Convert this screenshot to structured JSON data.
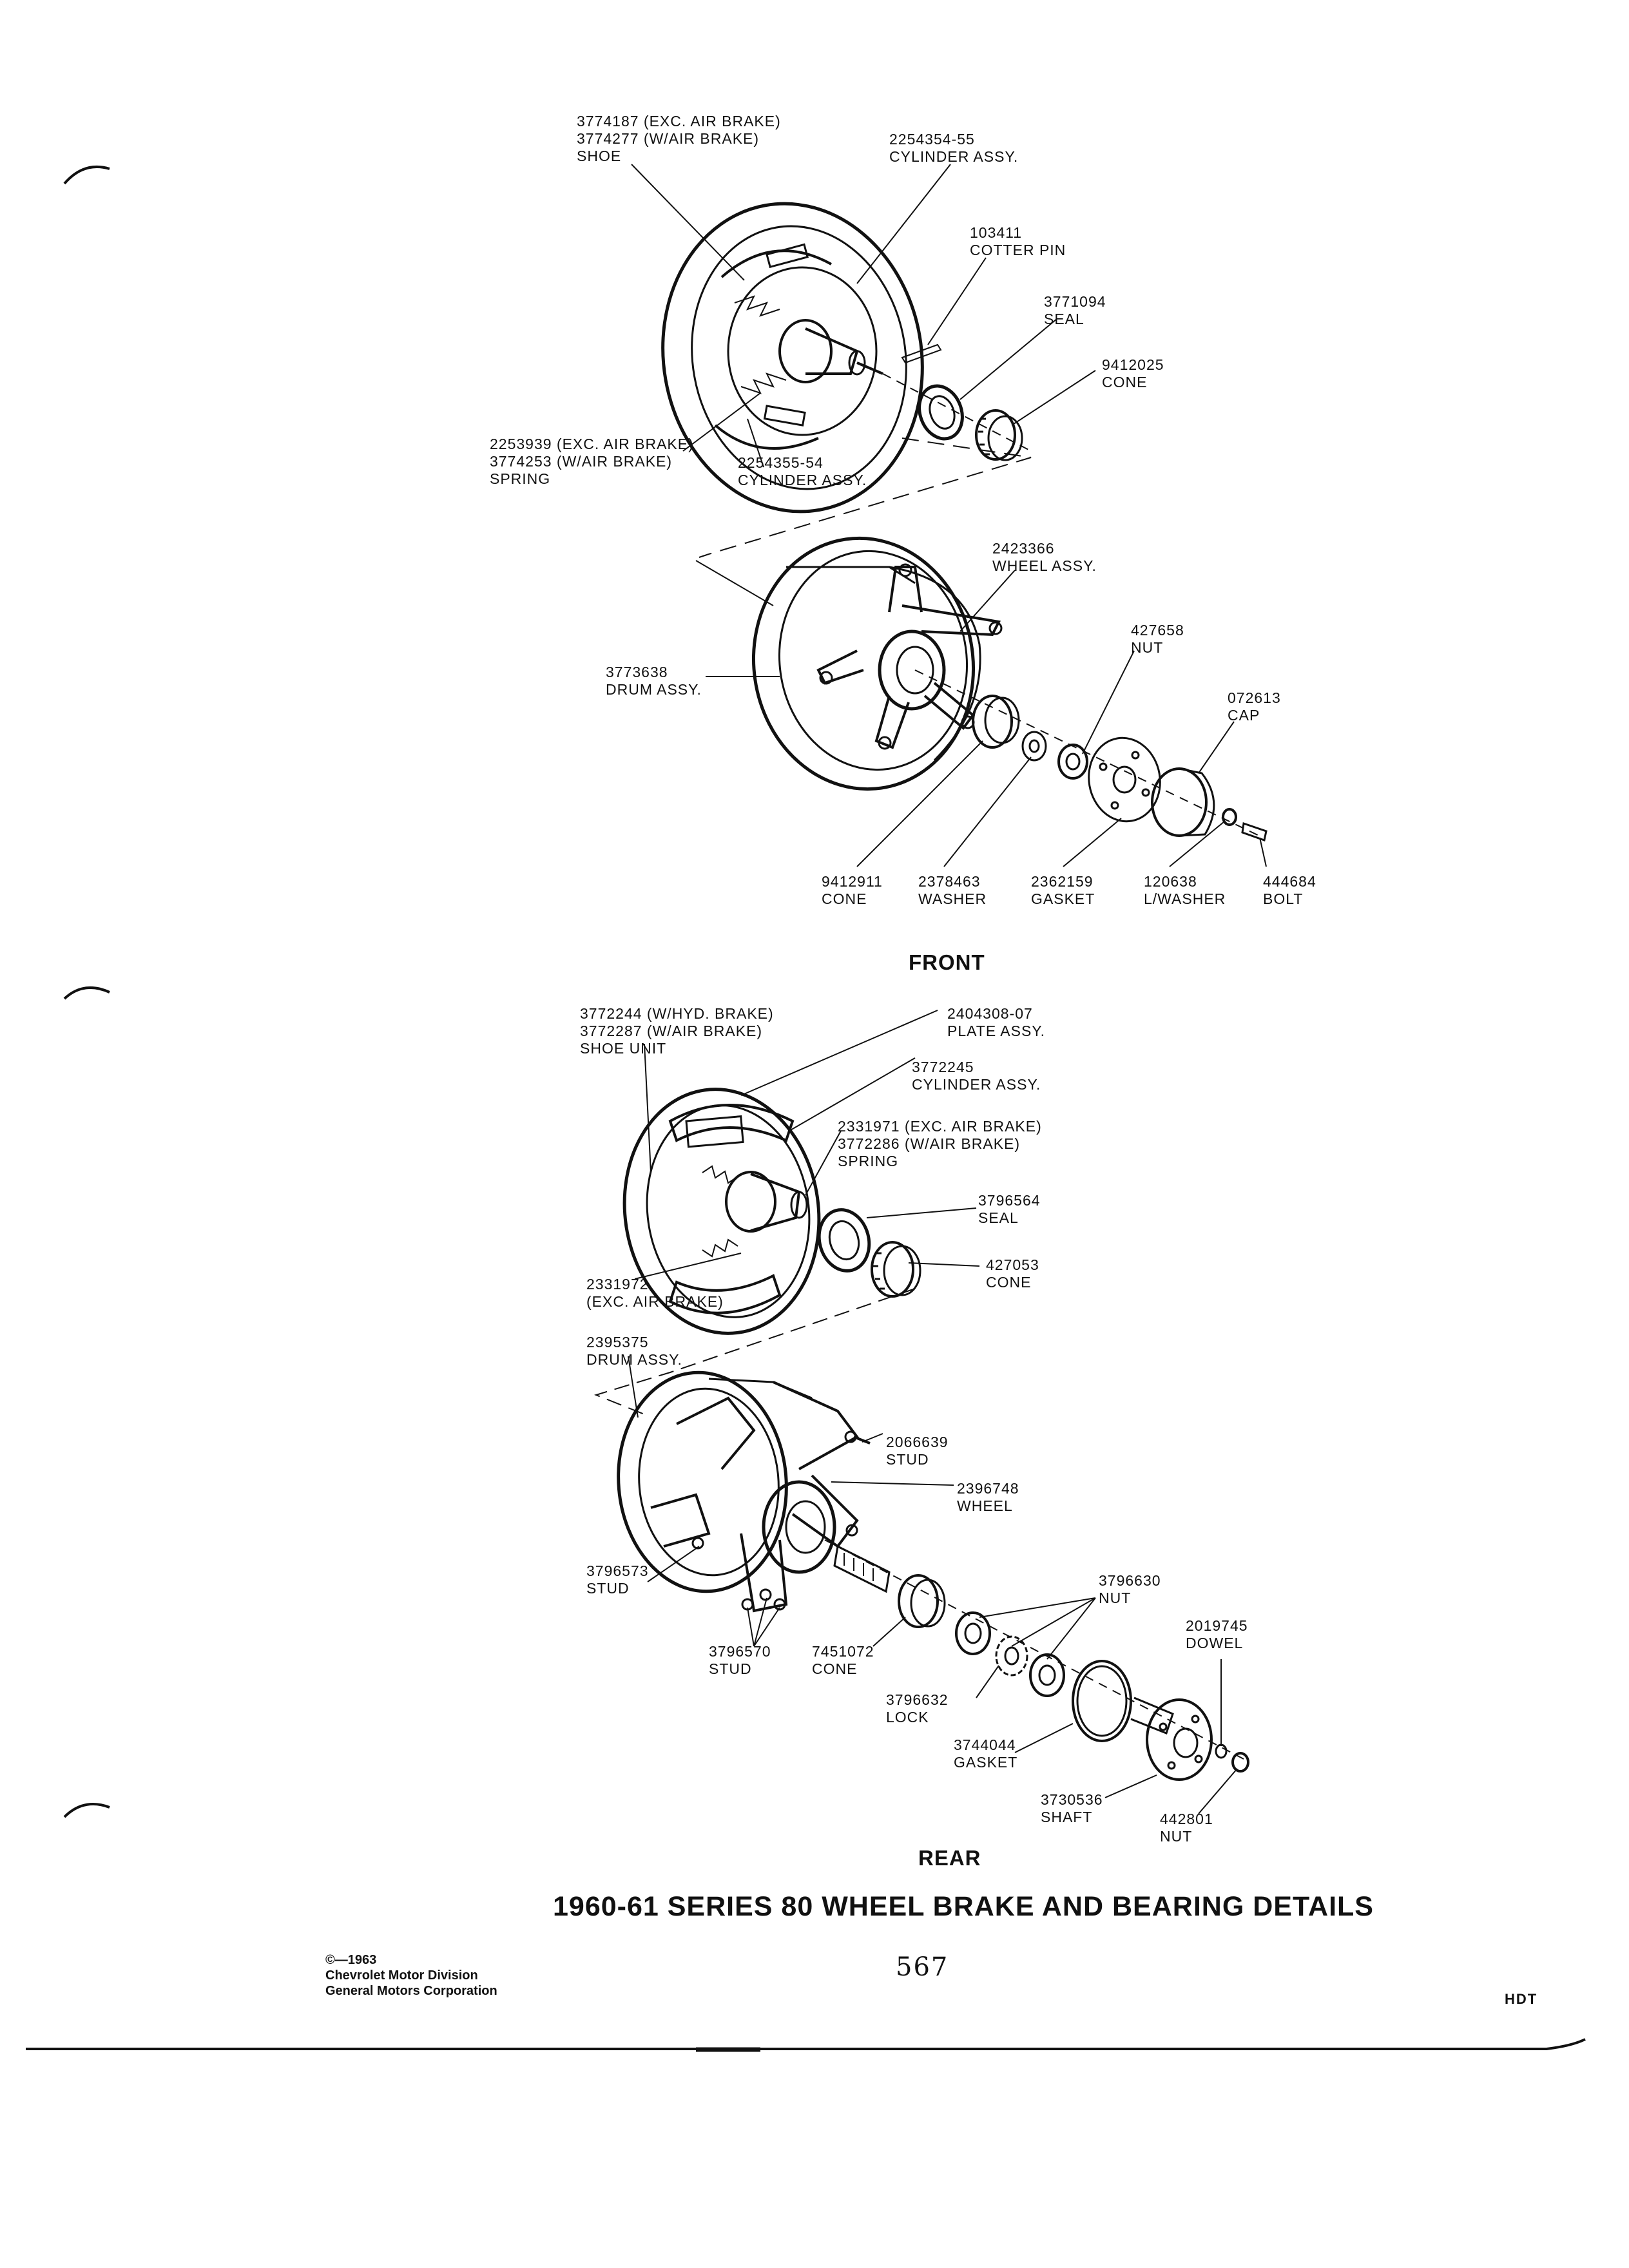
{
  "front": {
    "section_label": "FRONT",
    "callouts": [
      {
        "id": "shoe",
        "lines": [
          "3774187 (EXC. AIR BRAKE)",
          "3774277 (W/AIR BRAKE)",
          "SHOE"
        ]
      },
      {
        "id": "cylinder-upper",
        "lines": [
          "2254354-55",
          "CYLINDER ASSY."
        ]
      },
      {
        "id": "cotter-pin",
        "lines": [
          "103411",
          "COTTER PIN"
        ]
      },
      {
        "id": "seal",
        "lines": [
          "3771094",
          "SEAL"
        ]
      },
      {
        "id": "cone-outer",
        "lines": [
          "9412025",
          "CONE"
        ]
      },
      {
        "id": "spring",
        "lines": [
          "2253939 (EXC. AIR BRAKE)",
          "3774253 (W/AIR BRAKE)",
          "SPRING"
        ]
      },
      {
        "id": "cylinder-lower",
        "lines": [
          "2254355-54",
          "CYLINDER ASSY."
        ]
      },
      {
        "id": "wheel",
        "lines": [
          "2423366",
          "WHEEL ASSY."
        ]
      },
      {
        "id": "nut",
        "lines": [
          "427658",
          "NUT"
        ]
      },
      {
        "id": "drum",
        "lines": [
          "3773638",
          "DRUM ASSY."
        ]
      },
      {
        "id": "cap",
        "lines": [
          "072613",
          "CAP"
        ]
      },
      {
        "id": "cone-inner",
        "lines": [
          "9412911",
          "CONE"
        ]
      },
      {
        "id": "washer",
        "lines": [
          "2378463",
          "WASHER"
        ]
      },
      {
        "id": "gasket",
        "lines": [
          "2362159",
          "GASKET"
        ]
      },
      {
        "id": "lwasher",
        "lines": [
          "120638",
          "L/WASHER"
        ]
      },
      {
        "id": "bolt",
        "lines": [
          "444684",
          "BOLT"
        ]
      }
    ]
  },
  "rear": {
    "section_label": "REAR",
    "callouts": [
      {
        "id": "shoe-unit",
        "lines": [
          "3772244 (W/HYD. BRAKE)",
          "3772287 (W/AIR BRAKE)",
          "SHOE UNIT"
        ]
      },
      {
        "id": "plate",
        "lines": [
          "2404308-07",
          "PLATE ASSY."
        ]
      },
      {
        "id": "cylinder",
        "lines": [
          "3772245",
          "CYLINDER ASSY."
        ]
      },
      {
        "id": "spring",
        "lines": [
          "2331971 (EXC. AIR BRAKE)",
          "3772286 (W/AIR BRAKE)",
          "SPRING"
        ]
      },
      {
        "id": "seal",
        "lines": [
          "3796564",
          "SEAL"
        ]
      },
      {
        "id": "cone-outer",
        "lines": [
          "427053",
          "CONE"
        ]
      },
      {
        "id": "spring-exc",
        "lines": [
          "2331972",
          "(EXC. AIR BRAKE)"
        ]
      },
      {
        "id": "drum",
        "lines": [
          "2395375",
          "DRUM ASSY."
        ]
      },
      {
        "id": "stud-upper",
        "lines": [
          "2066639",
          "STUD"
        ]
      },
      {
        "id": "wheel",
        "lines": [
          "2396748",
          "WHEEL"
        ]
      },
      {
        "id": "stud-left",
        "lines": [
          "3796573",
          "STUD"
        ]
      },
      {
        "id": "nut",
        "lines": [
          "3796630",
          "NUT"
        ]
      },
      {
        "id": "dowel",
        "lines": [
          "2019745",
          "DOWEL"
        ]
      },
      {
        "id": "stud-lower",
        "lines": [
          "3796570",
          "STUD"
        ]
      },
      {
        "id": "cone-inner",
        "lines": [
          "7451072",
          "CONE"
        ]
      },
      {
        "id": "lock",
        "lines": [
          "3796632",
          "LOCK"
        ]
      },
      {
        "id": "gasket",
        "lines": [
          "3744044",
          "GASKET"
        ]
      },
      {
        "id": "shaft",
        "lines": [
          "3730536",
          "SHAFT"
        ]
      },
      {
        "id": "nut-small",
        "lines": [
          "442801",
          "NUT"
        ]
      }
    ]
  },
  "title": "1960-61 SERIES 80 WHEEL BRAKE AND BEARING DETAILS",
  "page_number": "567",
  "footer": {
    "copyright": "©—1963",
    "division": "Chevrolet Motor Division",
    "corporation": "General Motors Corporation",
    "code": "HDT"
  }
}
